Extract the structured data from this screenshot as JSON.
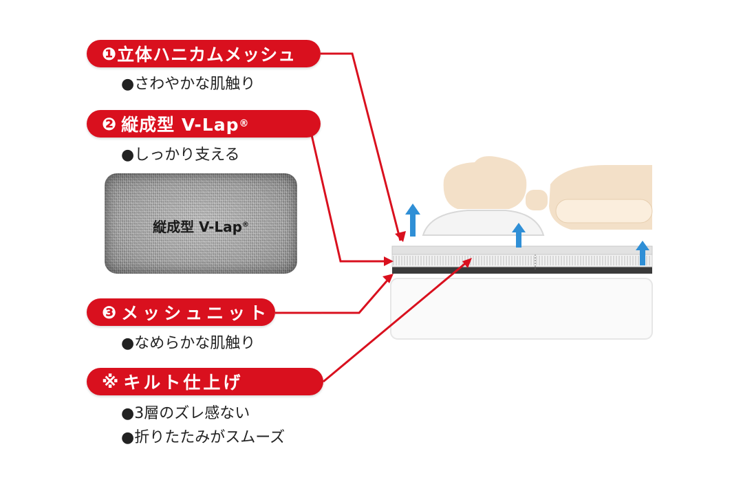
{
  "labels": [
    {
      "num": "❶",
      "text": "立体ハニカムメッシュ",
      "bullets": [
        "●さわやかな肌触り"
      ]
    },
    {
      "num": "❷",
      "text": "縦成型 V-Lap",
      "mark": "®",
      "bullets": [
        "●しっかり支える"
      ]
    },
    {
      "num": "❸",
      "text": "メッシュニット",
      "bullets": [
        "●なめらかな肌触り"
      ]
    },
    {
      "num": "※",
      "text": "キルト仕上げ",
      "bullets": [
        "●3層のズレ感ない",
        "●折りたたみがスムーズ"
      ]
    }
  ],
  "swatch": {
    "text": "縦成型 V-Lap",
    "mark": "®"
  },
  "colors": {
    "accent_red": "#d9101e",
    "arrow_blue": "#2f8fd6",
    "figure_skin": "#f3e0c8",
    "mattress_gray": "#3a3a3a"
  }
}
